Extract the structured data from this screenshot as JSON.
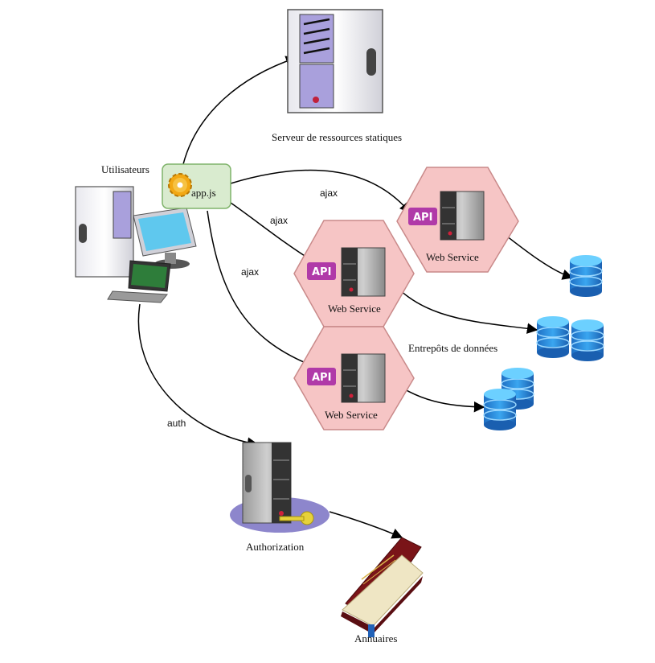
{
  "colors": {
    "hexagon_fill": "#f6c5c5",
    "hexagon_stroke": "#c98a8a",
    "api_badge": "#b03aa8",
    "db_blue": "#2f8fe0",
    "appjs_fill": "#d9ebcf",
    "appjs_stroke": "#7fb36a",
    "static_server_panel": "#a9a0dc",
    "auth_pad": "#8d86cc",
    "book_cover": "#7a1418"
  },
  "nodes": {
    "static_server": {
      "label": "Serveur de ressources statiques",
      "icon": "server-tower-icon"
    },
    "users": {
      "label": "Utilisateurs",
      "icon": "workstation-icon"
    },
    "appjs": {
      "label": "app.js",
      "icon": "gear-icon"
    },
    "web_services": [
      {
        "label": "Web Service",
        "badge": "API",
        "icon": "server-icon"
      },
      {
        "label": "Web Service",
        "badge": "API",
        "icon": "server-icon"
      },
      {
        "label": "Web Service",
        "badge": "API",
        "icon": "server-icon"
      }
    ],
    "data_stores": {
      "label": "Entrepôts de données",
      "icon": "database-icon"
    },
    "authorization": {
      "label": "Authorization",
      "icon": "auth-server-key-icon"
    },
    "directories": {
      "label": "Annuaires",
      "icon": "book-icon"
    }
  },
  "edges": {
    "ajax_1": "ajax",
    "ajax_2": "ajax",
    "ajax_3": "ajax",
    "auth": "auth"
  }
}
